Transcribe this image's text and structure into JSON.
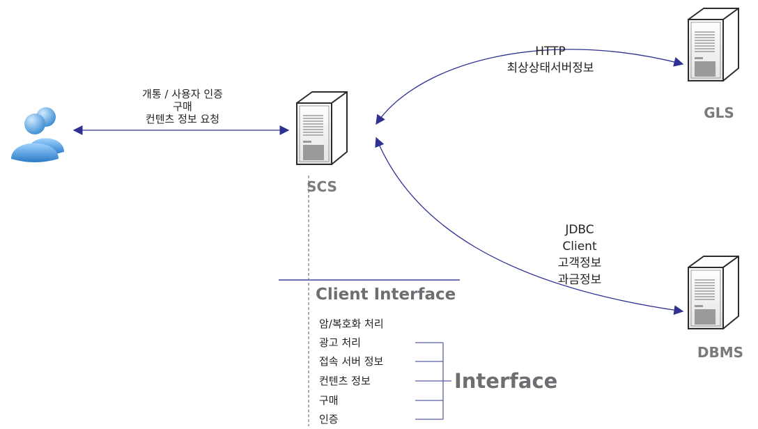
{
  "nodes": {
    "user": {},
    "scs": {
      "label": "SCS"
    },
    "gls": {
      "label": "GLS"
    },
    "dbms": {
      "label": "DBMS"
    }
  },
  "links": {
    "user_scs": {
      "lines": [
        "개통 / 사용자 인증",
        "구매",
        "컨텐츠 정보 요청"
      ]
    },
    "scs_gls": {
      "lines": [
        "HTTP",
        "최상상태서버정보"
      ]
    },
    "scs_dbms": {
      "lines": [
        "JDBC",
        "Client",
        "고객정보",
        "과금정보"
      ]
    }
  },
  "client_interface": {
    "title": "Client Interface",
    "items": [
      "암/복호화 처리",
      "광고 처리",
      "접속 서버 정보",
      "컨텐츠 정보",
      "구매",
      "인증"
    ],
    "bracket_label": "Interface"
  },
  "colors": {
    "arrow": "#2e3192",
    "line": "#6b6fb0",
    "server_gray": "#8a8a8a",
    "user_blue": "#3a90d8"
  }
}
